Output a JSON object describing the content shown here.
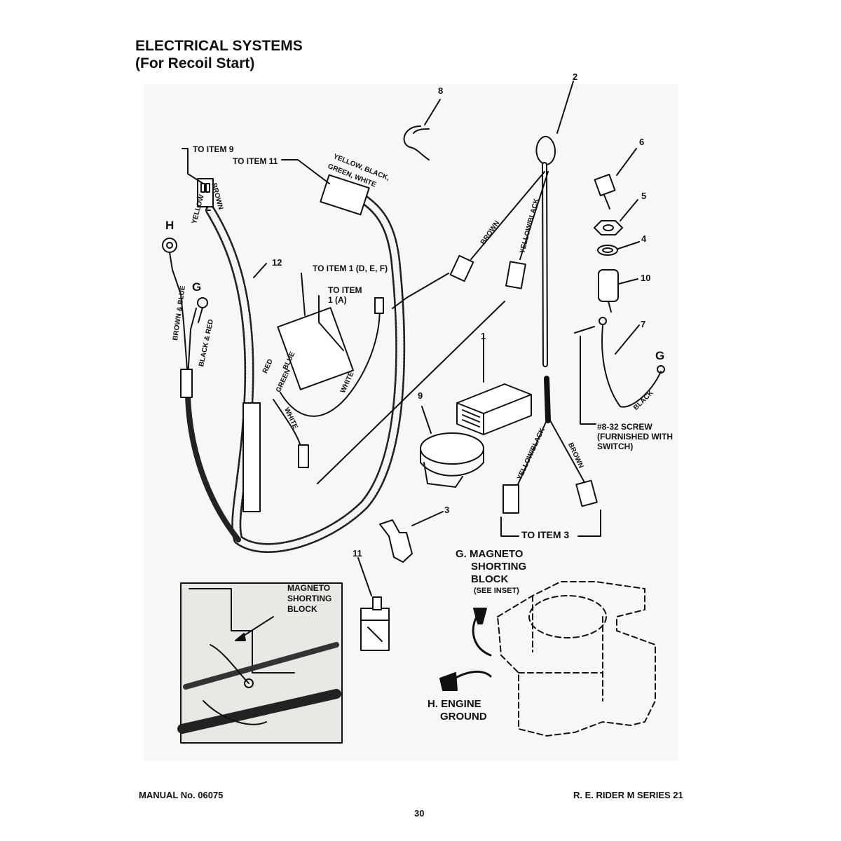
{
  "title": "ELECTRICAL SYSTEMS",
  "subtitle": "(For Recoil Start)",
  "callouts": {
    "to_item_9": "TO ITEM 9",
    "to_item_11": "TO ITEM 11",
    "to_item_1_def": "TO ITEM 1 (D, E, F)",
    "to_item_1a_line1": "TO ITEM",
    "to_item_1a_line2": "1 (A)",
    "to_item_3": "TO ITEM 3",
    "screw_line1": "#8-32 SCREW",
    "screw_line2": "(FURNISHED WITH",
    "screw_line3": "SWITCH)"
  },
  "wire_labels": {
    "yellow_black_green_white_1": "YELLOW, BLACK,",
    "yellow_black_green_white_2": "GREEN,  WHITE",
    "yellow": "YELLOW",
    "brown": "BROWN",
    "brown_blue": "BROWN & BLUE",
    "black_red": "BLACK & RED",
    "red": "RED",
    "blue": "BLUE",
    "green": "GREEN",
    "white": "WHITE",
    "brown_top": "BROWN",
    "yellow_black_top": "YELLOW/BLACK",
    "yellow_black_bottom": "YELLOW/BLACK",
    "brown_bottom": "BROWN",
    "black": "BLACK"
  },
  "part_numbers": {
    "p1": "1",
    "p2": "2",
    "p3": "3",
    "p4": "4",
    "p5": "5",
    "p6": "6",
    "p7": "7",
    "p8": "8",
    "p9": "9",
    "p10": "10",
    "p11": "11",
    "p12": "12"
  },
  "letters": {
    "h_top": "H",
    "g_left": "G",
    "g_right": "G"
  },
  "inset": {
    "line1": "MAGNETO",
    "line2": "SHORTING",
    "line3": "BLOCK"
  },
  "engine_labels": {
    "g_line1": "G. MAGNETO",
    "g_line2": "SHORTING",
    "g_line3": "BLOCK",
    "g_line4": "(SEE INSET)",
    "h_line1": "H. ENGINE",
    "h_line2": "GROUND"
  },
  "footer": {
    "manual": "MANUAL No. 06075",
    "series": "R. E. RIDER M SERIES 21",
    "page": "30"
  }
}
